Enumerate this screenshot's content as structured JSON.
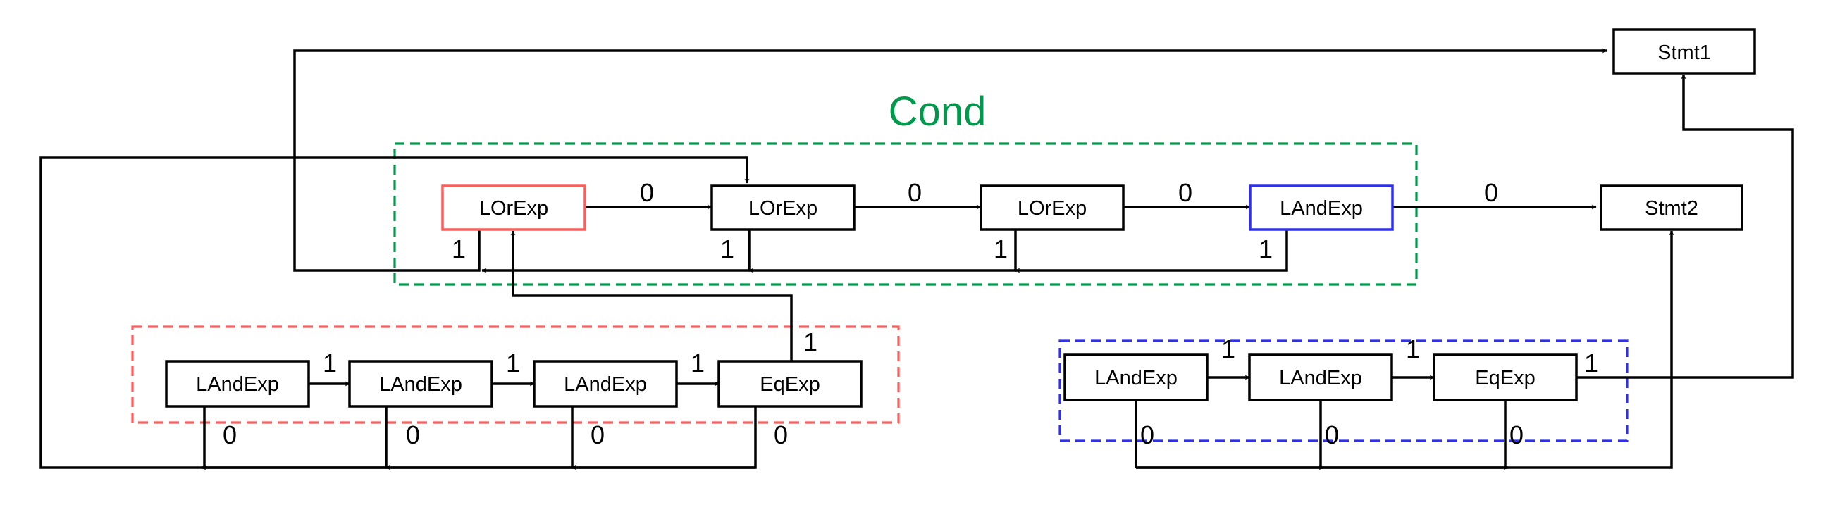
{
  "colors": {
    "cond_group": "#00994C",
    "red_group": "#FF5C5C",
    "blue_group": "#2F2FF0",
    "edge": "#000000"
  },
  "groups": {
    "cond": {
      "title": "Cond"
    }
  },
  "nodes": {
    "stmt1": "Stmt1",
    "stmt2": "Stmt2",
    "lor1": "LOrExp",
    "lor2": "LOrExp",
    "lor3": "LOrExp",
    "land_top": "LAndExp",
    "red_land1": "LAndExp",
    "red_land2": "LAndExp",
    "red_land3": "LAndExp",
    "red_eq": "EqExp",
    "blue_land1": "LAndExp",
    "blue_land2": "LAndExp",
    "blue_eq": "EqExp"
  },
  "edge_labels": {
    "lor1_lor2": "0",
    "lor2_lor3": "0",
    "lor3_landtop": "0",
    "landtop_stmt2": "0",
    "lor1_true": "1",
    "lor2_true": "1",
    "lor3_true": "1",
    "landtop_true": "1",
    "red_1_2": "1",
    "red_2_3": "1",
    "red_3_eq": "1",
    "red_eq_true": "1",
    "red_land1_false": "0",
    "red_land2_false": "0",
    "red_land3_false": "0",
    "red_eq_false": "0",
    "blue_1_2": "1",
    "blue_2_eq": "1",
    "blue_eq_true": "1",
    "blue_land1_false": "0",
    "blue_land2_false": "0",
    "blue_eq_false": "0"
  }
}
